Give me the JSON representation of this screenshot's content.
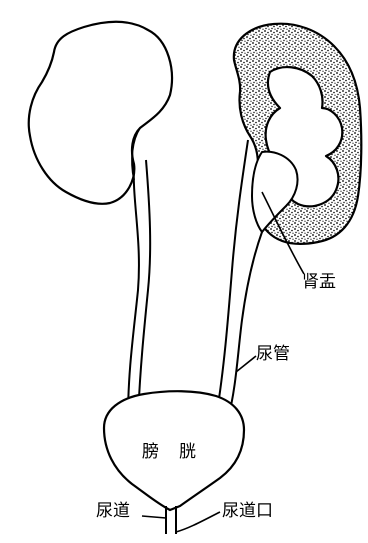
{
  "labels": {
    "renal_pelvis": "肾盂",
    "ureter": "尿管",
    "bladder": "膀胱",
    "urethra": "尿道",
    "urethral_orifice": "尿道口"
  },
  "colors": {
    "stroke": "#000000",
    "background": "#ffffff",
    "stipple": "#000000"
  }
}
